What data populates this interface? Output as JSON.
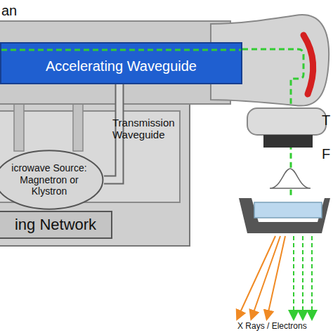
{
  "diagram": {
    "nodes": [
      {
        "text": [
          "Accelerating Waveguide"
        ]
      },
      {
        "text": [
          "icrowave Source: Magnetron or Klystron"
        ]
      },
      {
        "text": [
          "ing Network"
        ]
      }
    ],
    "edges": [
      {
        "from": 1,
        "to": 0,
        "arrow": "none"
      }
    ],
    "labels": [
      "an",
      "Transmission Waveguide",
      "T",
      "F",
      "X Rays / Electrons"
    ]
  }
}
